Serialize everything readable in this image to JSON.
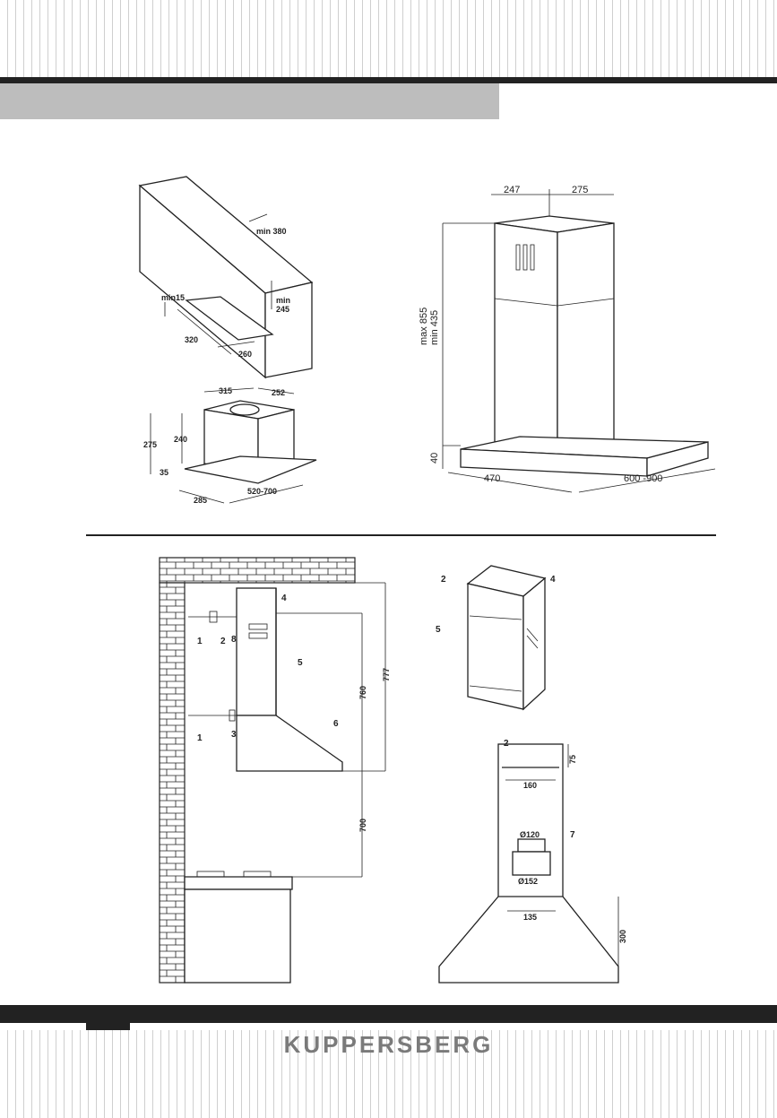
{
  "brand": {
    "name": "KUPPERSBERG"
  },
  "figure_chimney_box": {
    "labels": {
      "min_380": "min 380",
      "min_245_a": "min",
      "min_245_b": "245",
      "min15": "min15",
      "d320": "320",
      "d260": "260",
      "d315": "315",
      "d252": "252",
      "d275": "275",
      "d240": "240",
      "d35": "35",
      "d285": "285",
      "d520_700": "520-700"
    }
  },
  "figure_island_hood": {
    "labels": {
      "d247": "247",
      "d275": "275",
      "max855": "max 855",
      "min435": "min 435",
      "d40": "40",
      "d470": "470",
      "d600_900": "600 -900"
    }
  },
  "figure_wall_install": {
    "labels": {
      "n1a": "1",
      "n2": "2",
      "n8": "8",
      "n4": "4",
      "n5": "5",
      "n6": "6",
      "n1b": "1",
      "n3": "3",
      "d777": "777",
      "d760": "760",
      "d700": "700"
    }
  },
  "figure_chimney_parts": {
    "labels": {
      "n2": "2",
      "n4": "4",
      "n5": "5"
    }
  },
  "figure_front_view": {
    "labels": {
      "n2": "2",
      "n7": "7",
      "d75": "75",
      "d160": "160",
      "d120": "Ø120",
      "d152": "Ø152",
      "d135": "135",
      "d300": "300"
    }
  }
}
